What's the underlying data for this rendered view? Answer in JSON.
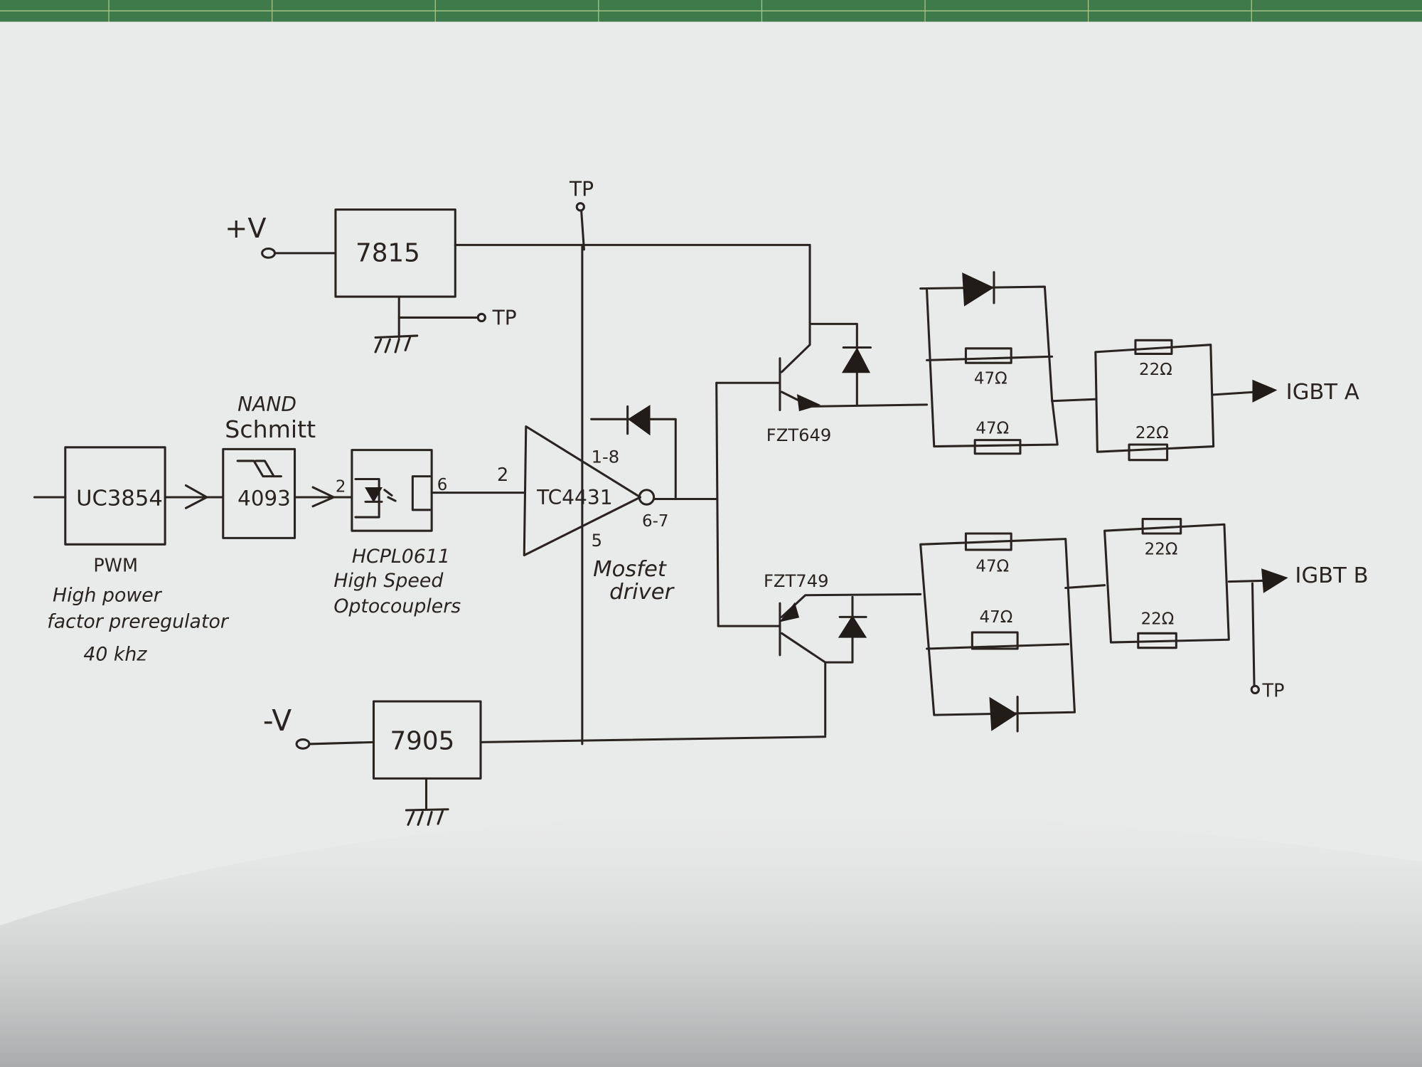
{
  "colors": {
    "paper": "#e6e7e7",
    "ink": "#2a2420",
    "cutting_mat": "#3f7a4a"
  },
  "supply": {
    "pos_label": "+V",
    "pos_regulator": "7815",
    "neg_label": "-V",
    "neg_regulator": "7905",
    "tp_label": "TP"
  },
  "pwm": {
    "chip": "UC3854",
    "title": "PWM",
    "desc_1": "High power",
    "desc_2": "factor preregulator",
    "desc_3": "40 khz"
  },
  "schmitt": {
    "label_1": "NAND",
    "label_2": "Schmitt",
    "chip": "4093"
  },
  "opto": {
    "pin_in": "2",
    "pin_out": "6",
    "chip": "HCPL0611",
    "desc_1": "High Speed",
    "desc_2": "Optocouplers"
  },
  "driver": {
    "pin_in": "2",
    "chip": "TC4431",
    "pin_supply": "1-8",
    "pin_gnd": "5",
    "pin_out": "6-7",
    "desc_1": "Mosfet",
    "desc_2": "driver"
  },
  "stage_a": {
    "transistor": "FZT649",
    "r1": "47Ω",
    "r2": "47Ω",
    "r3": "22Ω",
    "r4": "22Ω",
    "output": "IGBT A"
  },
  "stage_b": {
    "transistor": "FZT749",
    "r1": "47Ω",
    "r2": "47Ω",
    "r3": "22Ω",
    "r4": "22Ω",
    "output": "IGBT B",
    "tp_label": "TP"
  }
}
